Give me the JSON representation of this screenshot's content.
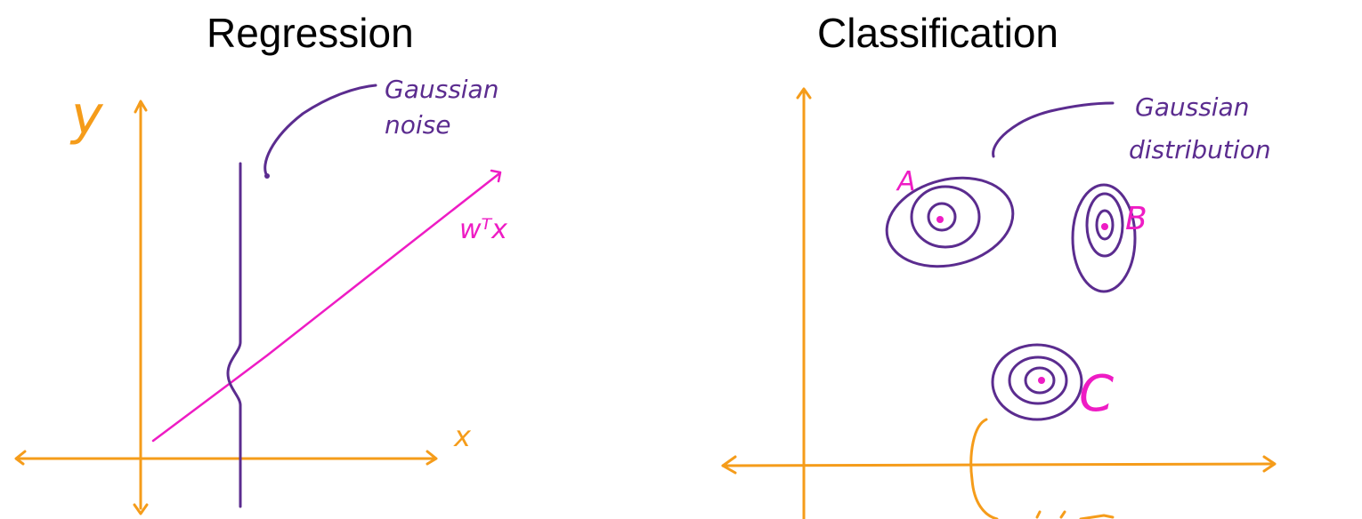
{
  "colors": {
    "axis": "#f59c1a",
    "ink_purple": "#5b2c8f",
    "ink_pink": "#ee1cc4",
    "title": "#000000"
  },
  "regression": {
    "title": "Regression",
    "y_label": "y",
    "x_label": "x",
    "noise_annotation_line1": "Gaussian",
    "noise_annotation_line2": "noise",
    "line_label": "wᵀx"
  },
  "classification": {
    "title": "Classification",
    "annotation_line1": "Gaussian",
    "annotation_line2": "distribution",
    "cluster_a_label": "A",
    "cluster_b_label": "B",
    "cluster_c_label": "C"
  }
}
